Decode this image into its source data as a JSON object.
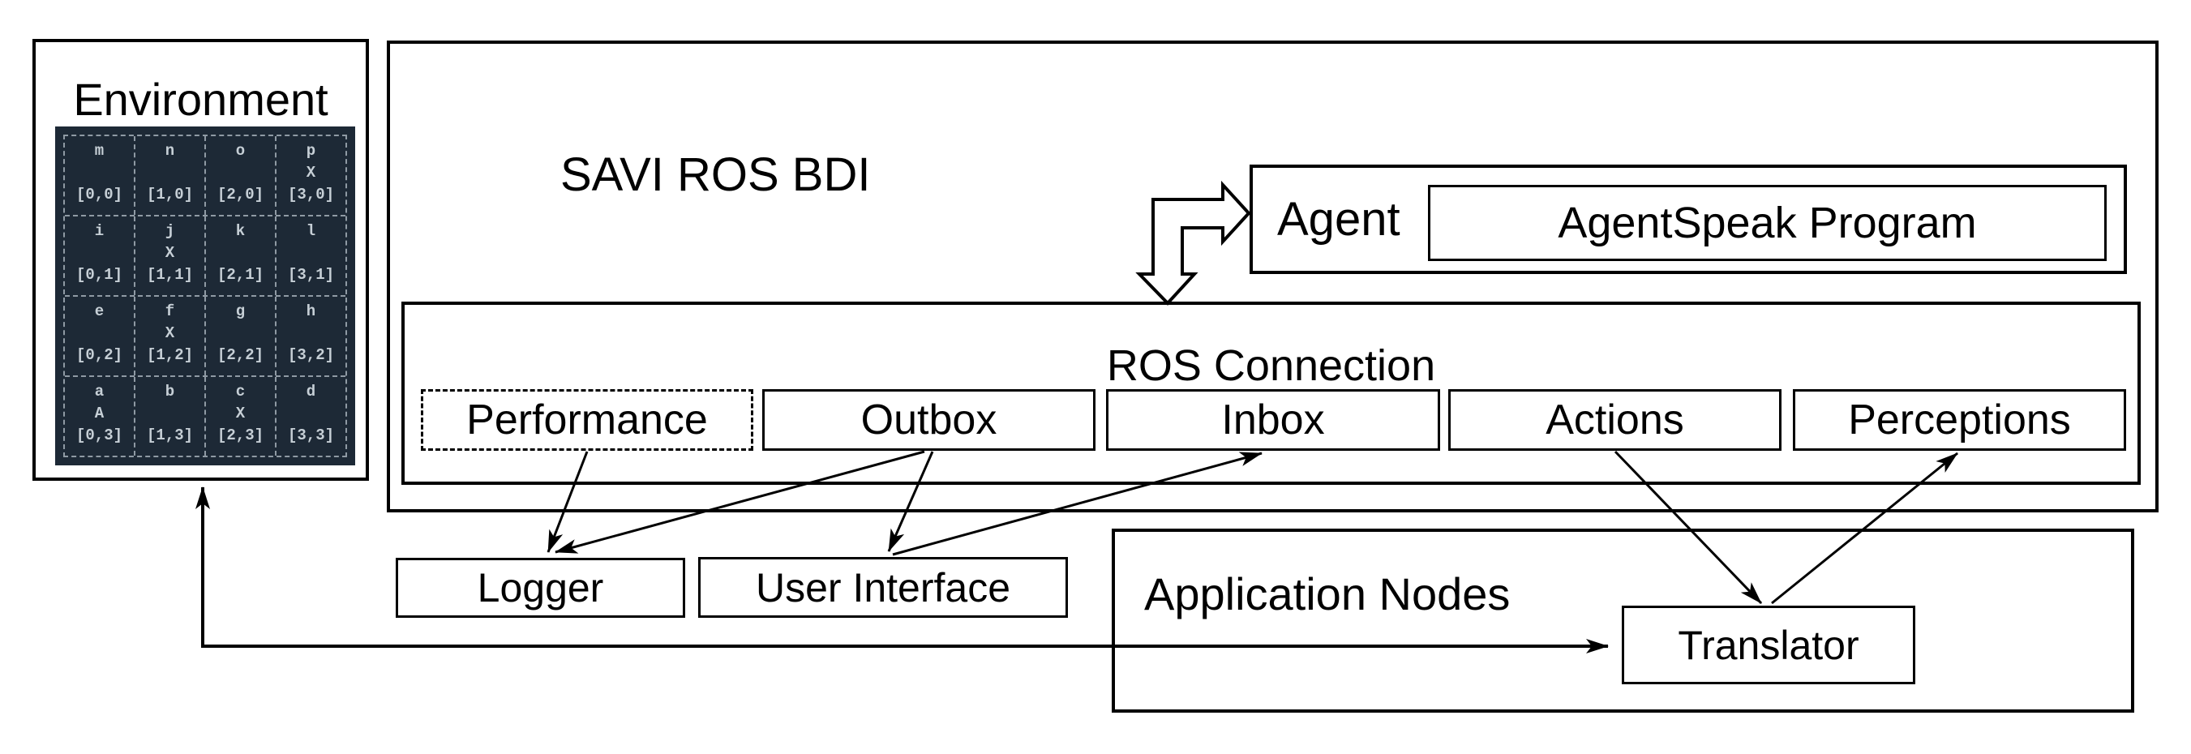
{
  "environment": {
    "title": "Environment",
    "grid": {
      "rows": [
        [
          {
            "letter": "m",
            "marker": "",
            "coord": "[0,0]"
          },
          {
            "letter": "n",
            "marker": "",
            "coord": "[1,0]"
          },
          {
            "letter": "o",
            "marker": "",
            "coord": "[2,0]"
          },
          {
            "letter": "p",
            "marker": "X",
            "coord": "[3,0]"
          }
        ],
        [
          {
            "letter": "i",
            "marker": "",
            "coord": "[0,1]"
          },
          {
            "letter": "j",
            "marker": "X",
            "coord": "[1,1]"
          },
          {
            "letter": "k",
            "marker": "",
            "coord": "[2,1]"
          },
          {
            "letter": "l",
            "marker": "",
            "coord": "[3,1]"
          }
        ],
        [
          {
            "letter": "e",
            "marker": "",
            "coord": "[0,2]"
          },
          {
            "letter": "f",
            "marker": "X",
            "coord": "[1,2]"
          },
          {
            "letter": "g",
            "marker": "",
            "coord": "[2,2]"
          },
          {
            "letter": "h",
            "marker": "",
            "coord": "[3,2]"
          }
        ],
        [
          {
            "letter": "a",
            "marker": "A",
            "coord": "[0,3]"
          },
          {
            "letter": "b",
            "marker": "",
            "coord": "[1,3]"
          },
          {
            "letter": "c",
            "marker": "X",
            "coord": "[2,3]"
          },
          {
            "letter": "d",
            "marker": "",
            "coord": "[3,3]"
          }
        ]
      ]
    }
  },
  "savi": {
    "title": "SAVI ROS BDI",
    "agent": {
      "label": "Agent",
      "program_label": "AgentSpeak Program"
    },
    "ros_connection": {
      "title": "ROS Connection",
      "modules": [
        {
          "label": "Performance"
        },
        {
          "label": "Outbox"
        },
        {
          "label": "Inbox"
        },
        {
          "label": "Actions"
        },
        {
          "label": "Perceptions"
        }
      ]
    }
  },
  "nodes": {
    "logger_label": "Logger",
    "user_interface_label": "User Interface",
    "application_nodes_title": "Application Nodes",
    "translator_label": "Translator"
  },
  "colors": {
    "terminal_bg": "#1d2936",
    "terminal_text": "#c6cfd6",
    "line": "#000000",
    "background": "#ffffff"
  }
}
